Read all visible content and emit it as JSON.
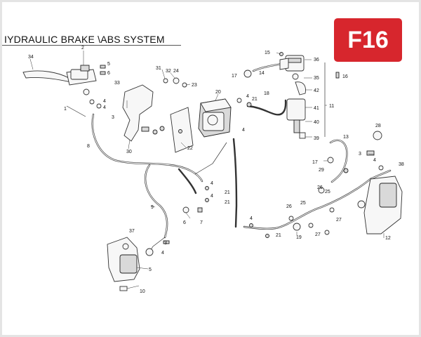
{
  "title": "IYDRAULIC BRAKE \\ABS SYSTEM",
  "badge": "F16",
  "callouts": [
    {
      "id": "c-2",
      "text": "2"
    },
    {
      "id": "c-34",
      "text": "34"
    },
    {
      "id": "c-5a",
      "text": "5"
    },
    {
      "id": "c-6a",
      "text": "6"
    },
    {
      "id": "c-33",
      "text": "33"
    },
    {
      "id": "c-31",
      "text": "31"
    },
    {
      "id": "c-32",
      "text": "32"
    },
    {
      "id": "c-24",
      "text": "24"
    },
    {
      "id": "c-23",
      "text": "23"
    },
    {
      "id": "c-20",
      "text": "20"
    },
    {
      "id": "c-4a",
      "text": "4"
    },
    {
      "id": "c-4b",
      "text": "4"
    },
    {
      "id": "c-3a",
      "text": "3"
    },
    {
      "id": "c-1",
      "text": "1"
    },
    {
      "id": "c-8",
      "text": "8"
    },
    {
      "id": "c-30",
      "text": "30"
    },
    {
      "id": "c-22",
      "text": "22"
    },
    {
      "id": "c-15",
      "text": "15"
    },
    {
      "id": "c-36",
      "text": "36"
    },
    {
      "id": "c-14",
      "text": "14"
    },
    {
      "id": "c-17a",
      "text": "17"
    },
    {
      "id": "c-35",
      "text": "35"
    },
    {
      "id": "c-16",
      "text": "16"
    },
    {
      "id": "c-42",
      "text": "42"
    },
    {
      "id": "c-18",
      "text": "18"
    },
    {
      "id": "c-4c",
      "text": "4"
    },
    {
      "id": "c-21a",
      "text": "21"
    },
    {
      "id": "c-41",
      "text": "41"
    },
    {
      "id": "c-11",
      "text": "11"
    },
    {
      "id": "c-40",
      "text": "40"
    },
    {
      "id": "c-39",
      "text": "39"
    },
    {
      "id": "c-4d",
      "text": "4"
    },
    {
      "id": "c-13",
      "text": "13"
    },
    {
      "id": "c-28",
      "text": "28"
    },
    {
      "id": "c-17b",
      "text": "17"
    },
    {
      "id": "c-3b",
      "text": "3"
    },
    {
      "id": "c-29",
      "text": "29"
    },
    {
      "id": "c-4e",
      "text": "4"
    },
    {
      "id": "c-38",
      "text": "38"
    },
    {
      "id": "c-4f",
      "text": "4"
    },
    {
      "id": "c-21b",
      "text": "21"
    },
    {
      "id": "c-4g",
      "text": "4"
    },
    {
      "id": "c-21c",
      "text": "21"
    },
    {
      "id": "c-9",
      "text": "9"
    },
    {
      "id": "c-6b",
      "text": "6"
    },
    {
      "id": "c-7",
      "text": "7"
    },
    {
      "id": "c-26a",
      "text": "26"
    },
    {
      "id": "c-25a",
      "text": "25"
    },
    {
      "id": "c-26b",
      "text": "26"
    },
    {
      "id": "c-25b",
      "text": "25"
    },
    {
      "id": "c-4h",
      "text": "4"
    },
    {
      "id": "c-21d",
      "text": "21"
    },
    {
      "id": "c-19",
      "text": "19"
    },
    {
      "id": "c-27a",
      "text": "27"
    },
    {
      "id": "c-27b",
      "text": "27"
    },
    {
      "id": "c-12",
      "text": "12"
    },
    {
      "id": "c-37",
      "text": "37"
    },
    {
      "id": "c-3c",
      "text": "3"
    },
    {
      "id": "c-4i",
      "text": "4"
    },
    {
      "id": "c-5b",
      "text": "5"
    },
    {
      "id": "c-10",
      "text": "10"
    }
  ]
}
